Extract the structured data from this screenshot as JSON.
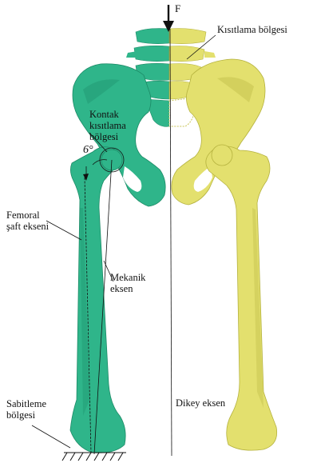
{
  "labels": {
    "force": "F",
    "constraint_region": "Kısıtlama bölgesi",
    "contact_constraint_line1": "Kontak",
    "contact_constraint_line2": "kısıtlama",
    "contact_constraint_line3": "bölgesi",
    "angle": "6°",
    "femoral_shaft_line1": "Femoral",
    "femoral_shaft_line2": "şaft ekseni",
    "mechanical_line1": "Mekanik",
    "mechanical_line2": "eksen",
    "fixation_line1": "Sabitleme",
    "fixation_line2": "bölgesi",
    "vertical_axis": "Dikey eksen"
  },
  "colors": {
    "left_bone": "#2fb58a",
    "left_bone_shadow": "#1c8a66",
    "right_bone": "#e3e06e",
    "right_bone_shadow": "#b5b23e",
    "spine_left": "#2fb58a",
    "spine_right": "#e3e06e"
  }
}
